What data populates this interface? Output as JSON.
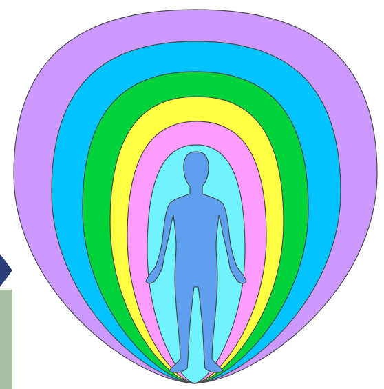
{
  "diagram": {
    "type": "aura-layers",
    "layers": [
      {
        "name": "outer-layer",
        "color": "#cc99ff"
      },
      {
        "name": "layer-2",
        "color": "#00c3ff"
      },
      {
        "name": "layer-3",
        "color": "#00d33a"
      },
      {
        "name": "layer-4",
        "color": "#ffff44"
      },
      {
        "name": "layer-5",
        "color": "#ff9cff"
      },
      {
        "name": "inner-layer",
        "color": "#6ff3ff"
      }
    ],
    "figure": {
      "name": "human-figure",
      "color": "#5e9fee"
    },
    "outline_color": "#4a4a4a"
  },
  "decoration": {
    "left_arrow_color": "#2b3e78",
    "left_panel_color": "#a9c0a2"
  }
}
